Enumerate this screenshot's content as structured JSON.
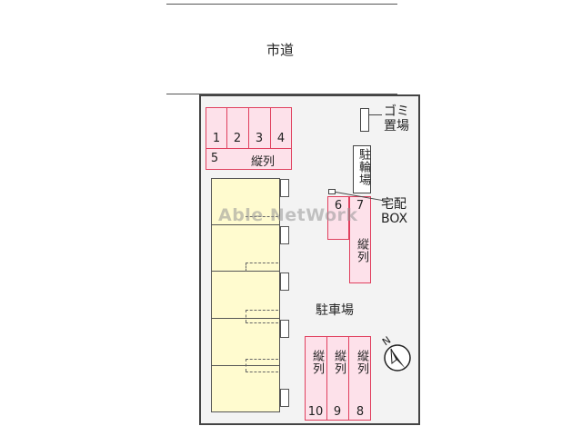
{
  "road": {
    "label": "市道"
  },
  "parking_label": "駐車場",
  "garbage_label": "ゴミ置場",
  "bicycle_label": "駐輪場",
  "delivery_box_label": "宅配BOX",
  "compass_letter": "N",
  "watermark": "Able NetWork",
  "spaces_top": {
    "numbers": [
      "1",
      "2",
      "3",
      "4",
      "5"
    ],
    "tandem_label": "縦列"
  },
  "spaces_right": {
    "numbers": [
      "6",
      "7"
    ],
    "tandem_label": "縦列"
  },
  "spaces_bottom": {
    "numbers": [
      "10",
      "9",
      "8"
    ],
    "tandem_labels": [
      "縦列",
      "縦列",
      "縦列"
    ]
  },
  "colors": {
    "space_fill": "#fde1ea",
    "space_border": "#e0405e",
    "unit_fill": "#fffbcf",
    "lot_fill": "#f3f3f3"
  }
}
